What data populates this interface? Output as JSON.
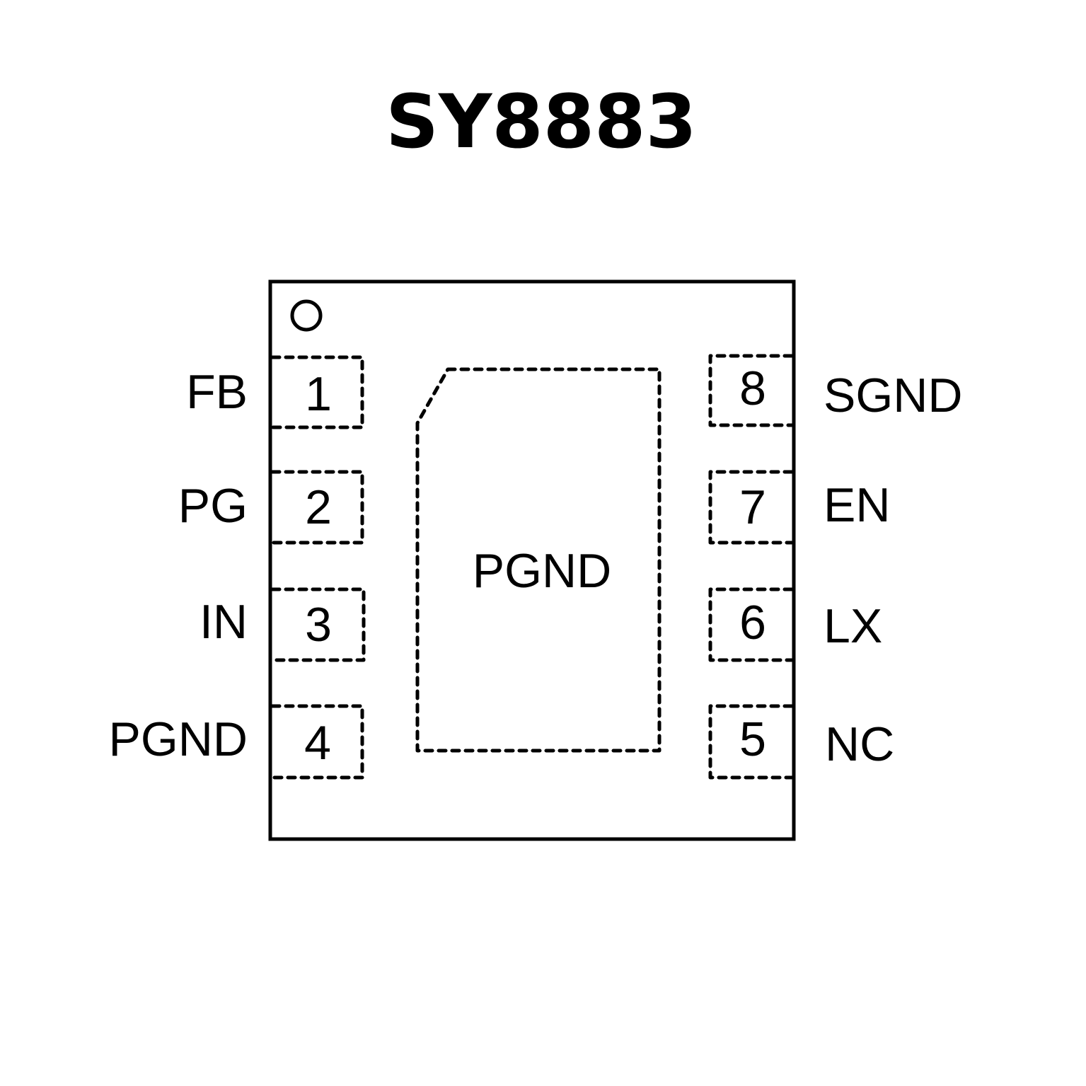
{
  "title": "SY8883",
  "center_pad": {
    "label": "PGND"
  },
  "pins_left": [
    {
      "number": "1",
      "name": "FB"
    },
    {
      "number": "2",
      "name": "PG"
    },
    {
      "number": "3",
      "name": "IN"
    },
    {
      "number": "4",
      "name": "PGND"
    }
  ],
  "pins_right": [
    {
      "number": "8",
      "name": "SGND"
    },
    {
      "number": "7",
      "name": "EN"
    },
    {
      "number": "6",
      "name": "LX"
    },
    {
      "number": "5",
      "name": "NC"
    }
  ],
  "pin1_marker": "circle-icon"
}
